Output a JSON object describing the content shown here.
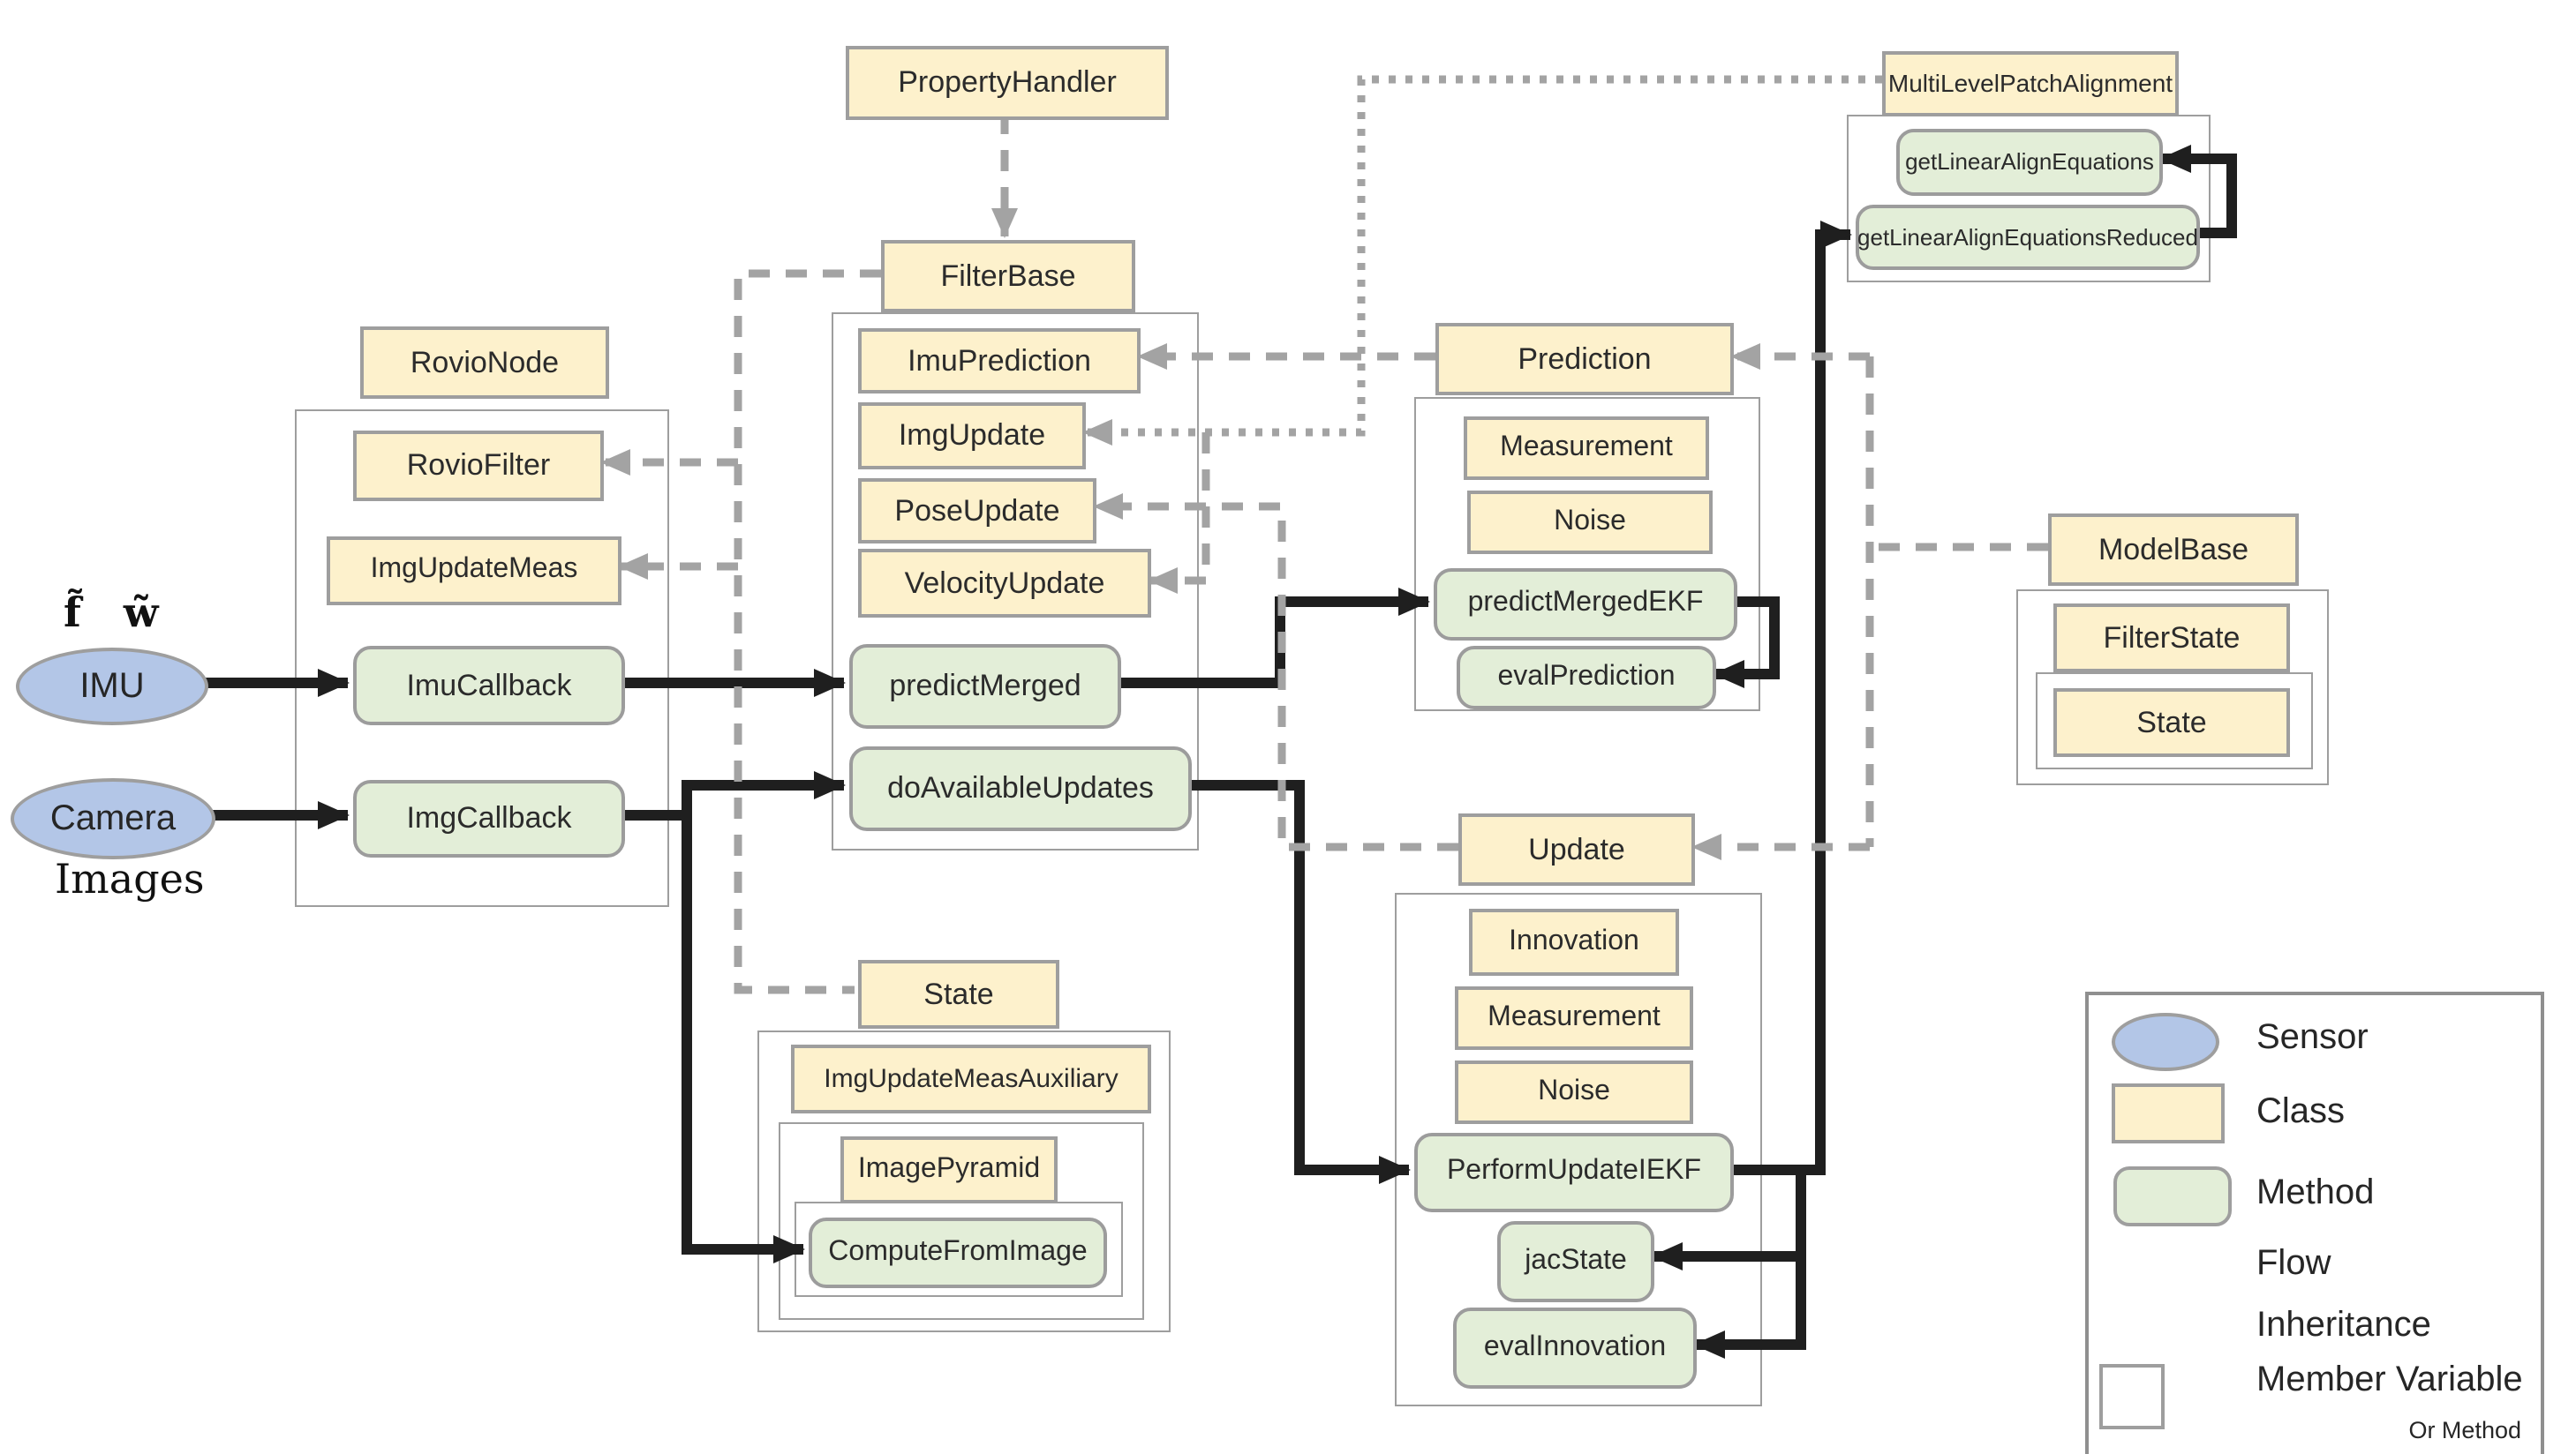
{
  "colors": {
    "class_fill": "#fdf1cc",
    "method_fill": "#e3eed8",
    "sensor_fill": "#b3c6e7",
    "box_border": "#9e9e9e",
    "flow_black": "#1f1f1f",
    "wire_gray": "#a3a3a3"
  },
  "sensors": {
    "imu": "IMU",
    "camera": "Camera"
  },
  "annotations": {
    "imu_inputs": "f̃   w̃",
    "camera_input": "Images"
  },
  "nodes": {
    "rovio_node": "RovioNode",
    "property_handler": "PropertyHandler",
    "filter_base": "FilterBase",
    "rovio_filter": "RovioFilter",
    "img_update_meas": "ImgUpdateMeas",
    "imu_callback": "ImuCallback",
    "img_callback": "ImgCallback",
    "imu_prediction": "ImuPrediction",
    "img_update": "ImgUpdate",
    "pose_update": "PoseUpdate",
    "velocity_update": "VelocityUpdate",
    "predict_merged": "predictMerged",
    "do_available_updates": "doAvailableUpdates",
    "prediction": "Prediction",
    "prediction_measurement": "Measurement",
    "prediction_noise": "Noise",
    "predict_merged_ekf": "predictMergedEKF",
    "eval_prediction": "evalPrediction",
    "multi_level_patch_alignment": "MultiLevelPatchAlignment",
    "get_linear_align_equations": "getLinearAlignEquations",
    "get_linear_align_equations_reduced": "getLinearAlignEquationsReduced",
    "model_base": "ModelBase",
    "filter_state": "FilterState",
    "state_member": "State",
    "update": "Update",
    "innovation": "Innovation",
    "update_measurement": "Measurement",
    "update_noise": "Noise",
    "perform_update_iekf": "PerformUpdateIEKF",
    "jac_state": "jacState",
    "eval_innovation": "evalInnovation",
    "state": "State",
    "img_update_meas_auxiliary": "ImgUpdateMeasAuxiliary",
    "image_pyramid": "ImagePyramid",
    "compute_from_image": "ComputeFromImage"
  },
  "legend": {
    "sensor": "Sensor",
    "class": "Class",
    "method": "Method",
    "flow": "Flow",
    "inheritance": "Inheritance",
    "member_variable": "Member Variable",
    "or_method": "Or Method"
  }
}
